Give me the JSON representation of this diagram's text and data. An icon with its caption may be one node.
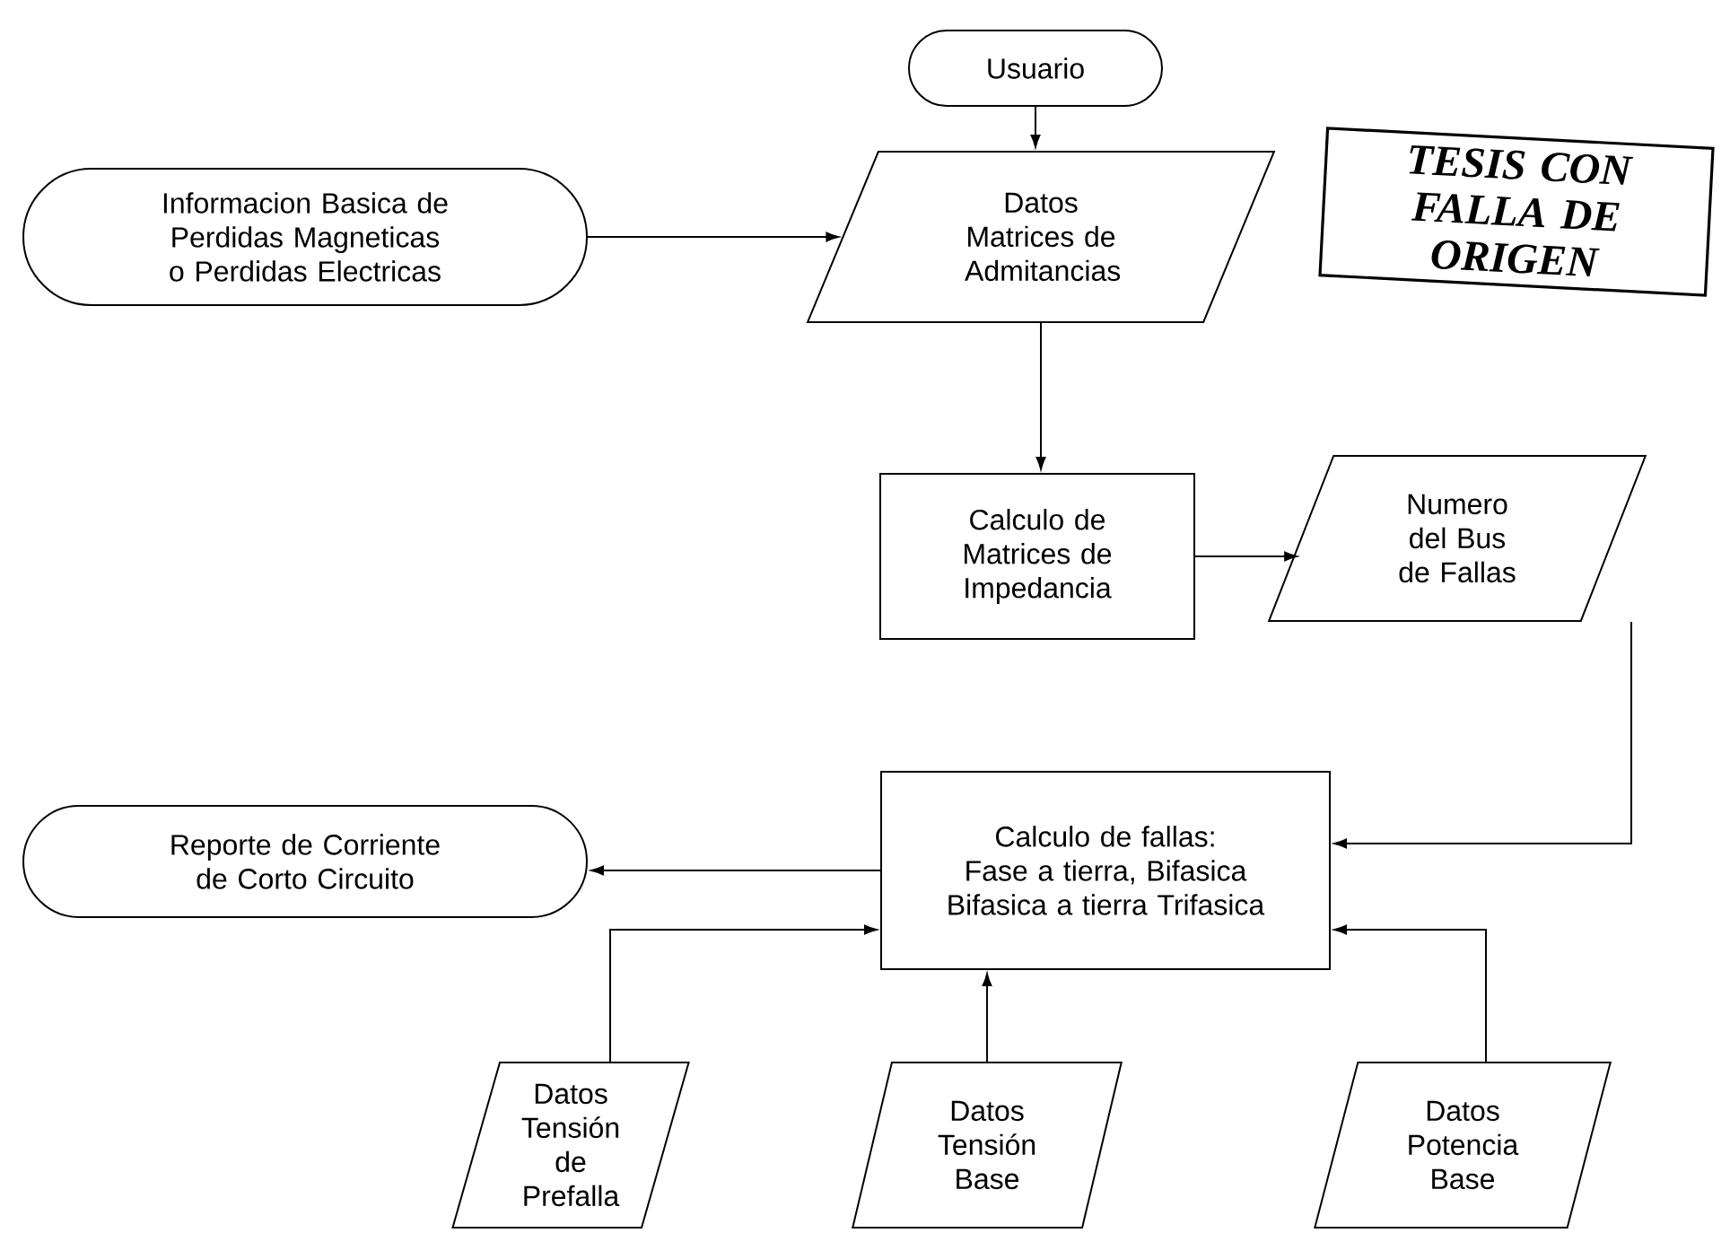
{
  "diagram": {
    "nodes": [
      {
        "text": [
          "Usuario"
        ]
      },
      {
        "text": [
          "Informacion Basica de Perdidas Magneticas o Perdidas Electricas"
        ]
      },
      {
        "text": [
          "Datos Matrices de Admitancias"
        ]
      },
      {
        "text": [
          "TESIS CON FALLA DE ORIGEN"
        ]
      },
      {
        "text": [
          "Calculo de Matrices de Impedancia"
        ]
      },
      {
        "text": [
          "Numero del Bus de Fallas"
        ]
      },
      {
        "text": [
          "Reporte de Corriente de Corto Circuito"
        ]
      },
      {
        "text": [
          "Calculo de fallas: Fase a tierra, Bifasica Bifasica a tierra Trifasica"
        ]
      },
      {
        "text": [
          "Datos Tensión de Prefalla"
        ]
      },
      {
        "text": [
          "Datos Tensión Base"
        ]
      },
      {
        "text": [
          "Datos Potencia Base"
        ]
      }
    ],
    "edges": [
      {
        "from": 0,
        "to": 2,
        "arrow": "to"
      },
      {
        "from": 1,
        "to": 2,
        "arrow": "to"
      },
      {
        "from": 2,
        "to": 4,
        "arrow": "to"
      },
      {
        "from": 4,
        "to": 5,
        "arrow": "to"
      },
      {
        "from": 5,
        "to": 7,
        "arrow": "to"
      },
      {
        "from": 7,
        "to": 6,
        "arrow": "to"
      },
      {
        "from": 8,
        "to": 7,
        "arrow": "to"
      },
      {
        "from": 9,
        "to": 7,
        "arrow": "to"
      },
      {
        "from": 10,
        "to": 7,
        "arrow": "to"
      }
    ]
  }
}
